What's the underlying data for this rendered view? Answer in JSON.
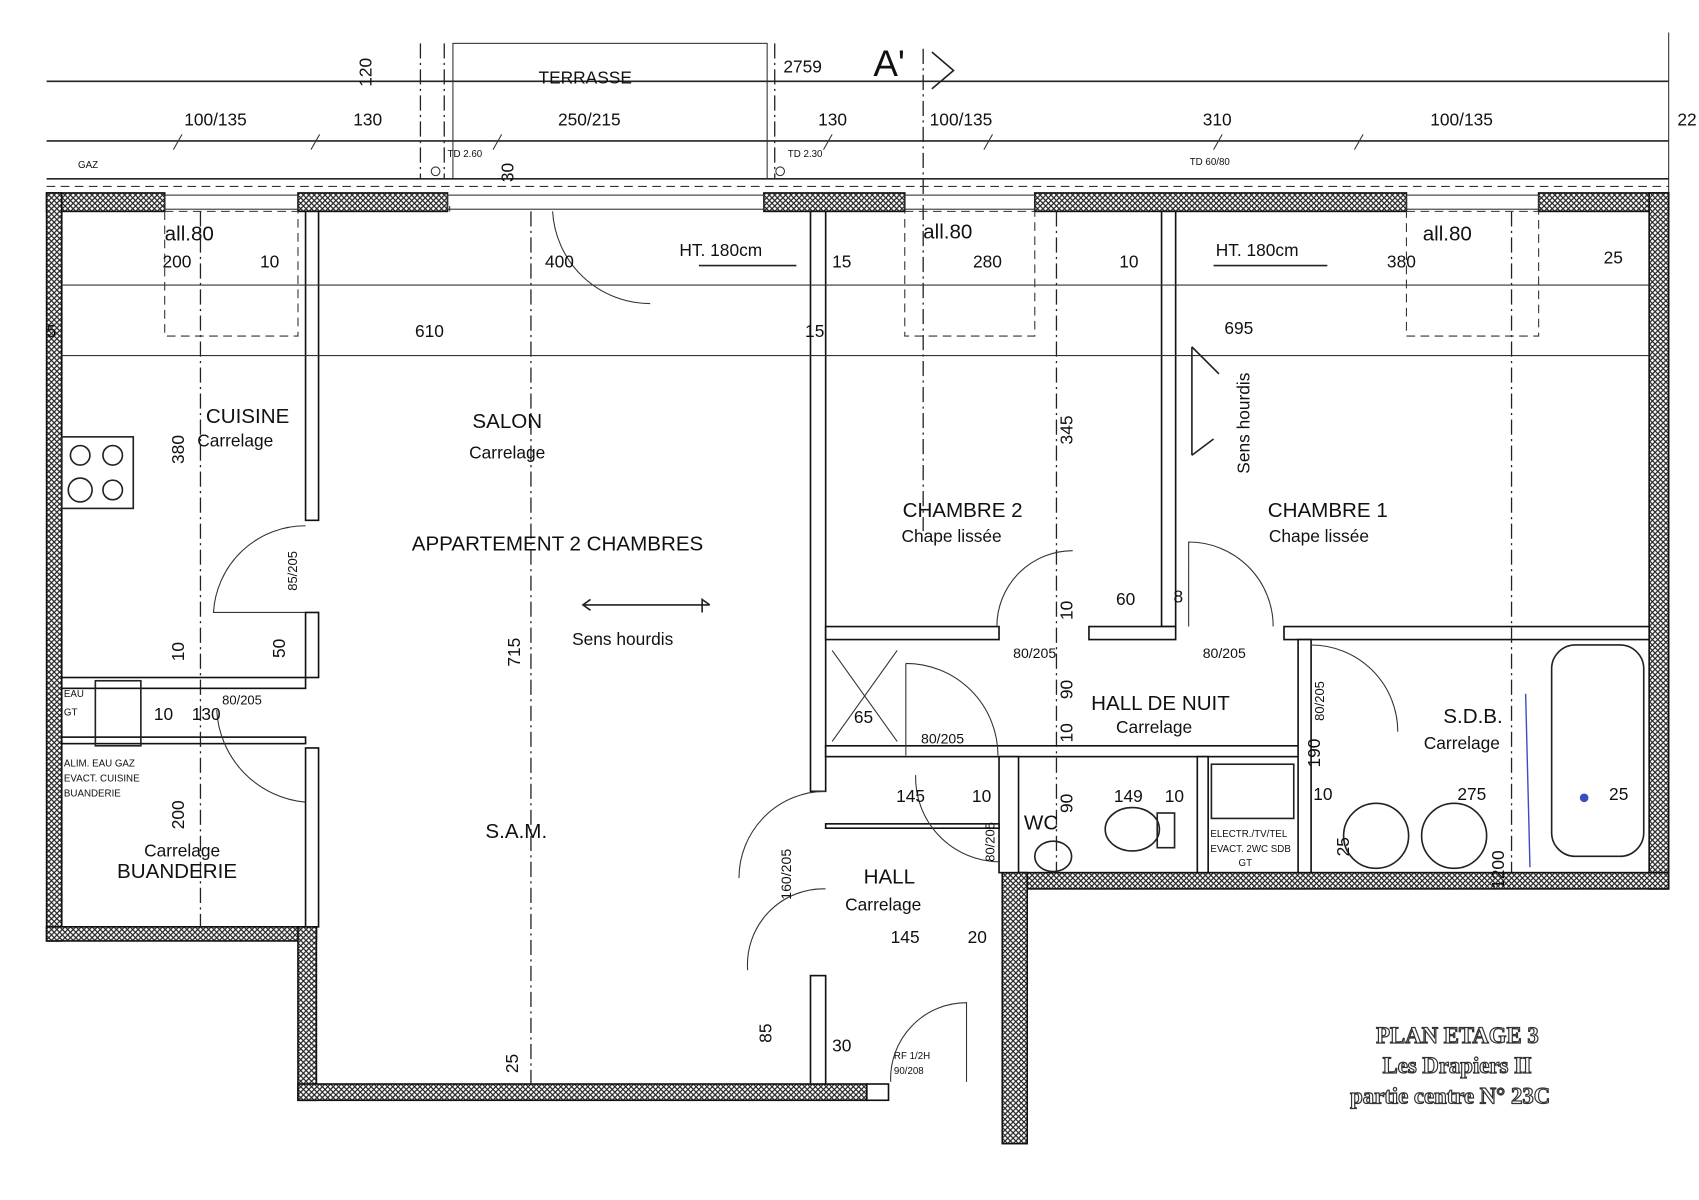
{
  "header": {
    "terrace": "TERRASSE",
    "elevation": "2759",
    "section_mark": "A'",
    "gas": "GAZ",
    "td_left": "TD 2.60",
    "td_mid": "TD 2.30",
    "td_right": "TD 60/80",
    "dims_top": [
      "100/135",
      "130",
      "250/215",
      "130",
      "100/135",
      "310",
      "100/135",
      "22"
    ],
    "dim_120": "120",
    "dim_30": "30"
  },
  "rooms": {
    "cuisine": {
      "name": "CUISINE",
      "floor": "Carrelage"
    },
    "salon": {
      "name": "SALON",
      "floor": "Carrelage"
    },
    "apartment": "APPARTEMENT 2 CHAMBRES",
    "sam": "S.A.M.",
    "chambre2": {
      "name": "CHAMBRE 2",
      "floor": "Chape lissée"
    },
    "chambre1": {
      "name": "CHAMBRE 1",
      "floor": "Chape lissée"
    },
    "hall_nuit": {
      "name": "HALL DE NUIT",
      "floor": "Carrelage"
    },
    "sdb": {
      "name": "S.D.B.",
      "floor": "Carrelage"
    },
    "wc": "WC",
    "hall": {
      "name": "HALL",
      "floor": "Carrelage"
    },
    "buanderie": {
      "name": "BUANDERIE",
      "floor": "Carrelage"
    }
  },
  "notes": {
    "sill": "all.80",
    "height": "HT. 180cm",
    "slab_direction": "Sens hourdis",
    "utility_left": [
      "EAU",
      "GT",
      "ALIM. EAU GAZ",
      "EVACT. CUISINE",
      "BUANDERIE"
    ],
    "utility_right": [
      "ELECTR./TV/TEL",
      "EVACT. 2WC SDB",
      "GT"
    ],
    "entry_door": [
      "RF 1/2H",
      "90/208"
    ]
  },
  "dims": {
    "row1": [
      "200",
      "10",
      "400",
      "15",
      "280",
      "10",
      "380",
      "25"
    ],
    "row2": [
      "5",
      "610",
      "15",
      "695"
    ],
    "v380": "380",
    "v345": "345",
    "d85_205": "85/205",
    "v10a": "10",
    "d60": "60",
    "d8": "8",
    "v10b": "10",
    "v50": "50",
    "v715": "715",
    "d65": "65",
    "v90a": "90",
    "v10c": "10",
    "d80_205_sdb": "80/205",
    "v190": "190",
    "d10k": "10",
    "d130k": "130",
    "d80_205_k": "80/205",
    "d80_205_hall": "80/205",
    "d80_205_c2": "80/205",
    "d80_205_c1": "80/205",
    "d145a": "145",
    "d10h": "10",
    "v90b": "90",
    "d149": "149",
    "d10w": "10",
    "d10s": "10",
    "d275": "275",
    "d25s": "25",
    "d80_205_wc": "80/205",
    "d160_205": "160/205",
    "v25": "25",
    "v1200": "1200",
    "v200": "200",
    "d145b": "145",
    "d20": "20",
    "v85": "85",
    "d30": "30",
    "v25b": "25"
  },
  "title_block": [
    "PLAN ETAGE 3",
    "Les Drapiers II",
    "partie centre N° 23C"
  ]
}
